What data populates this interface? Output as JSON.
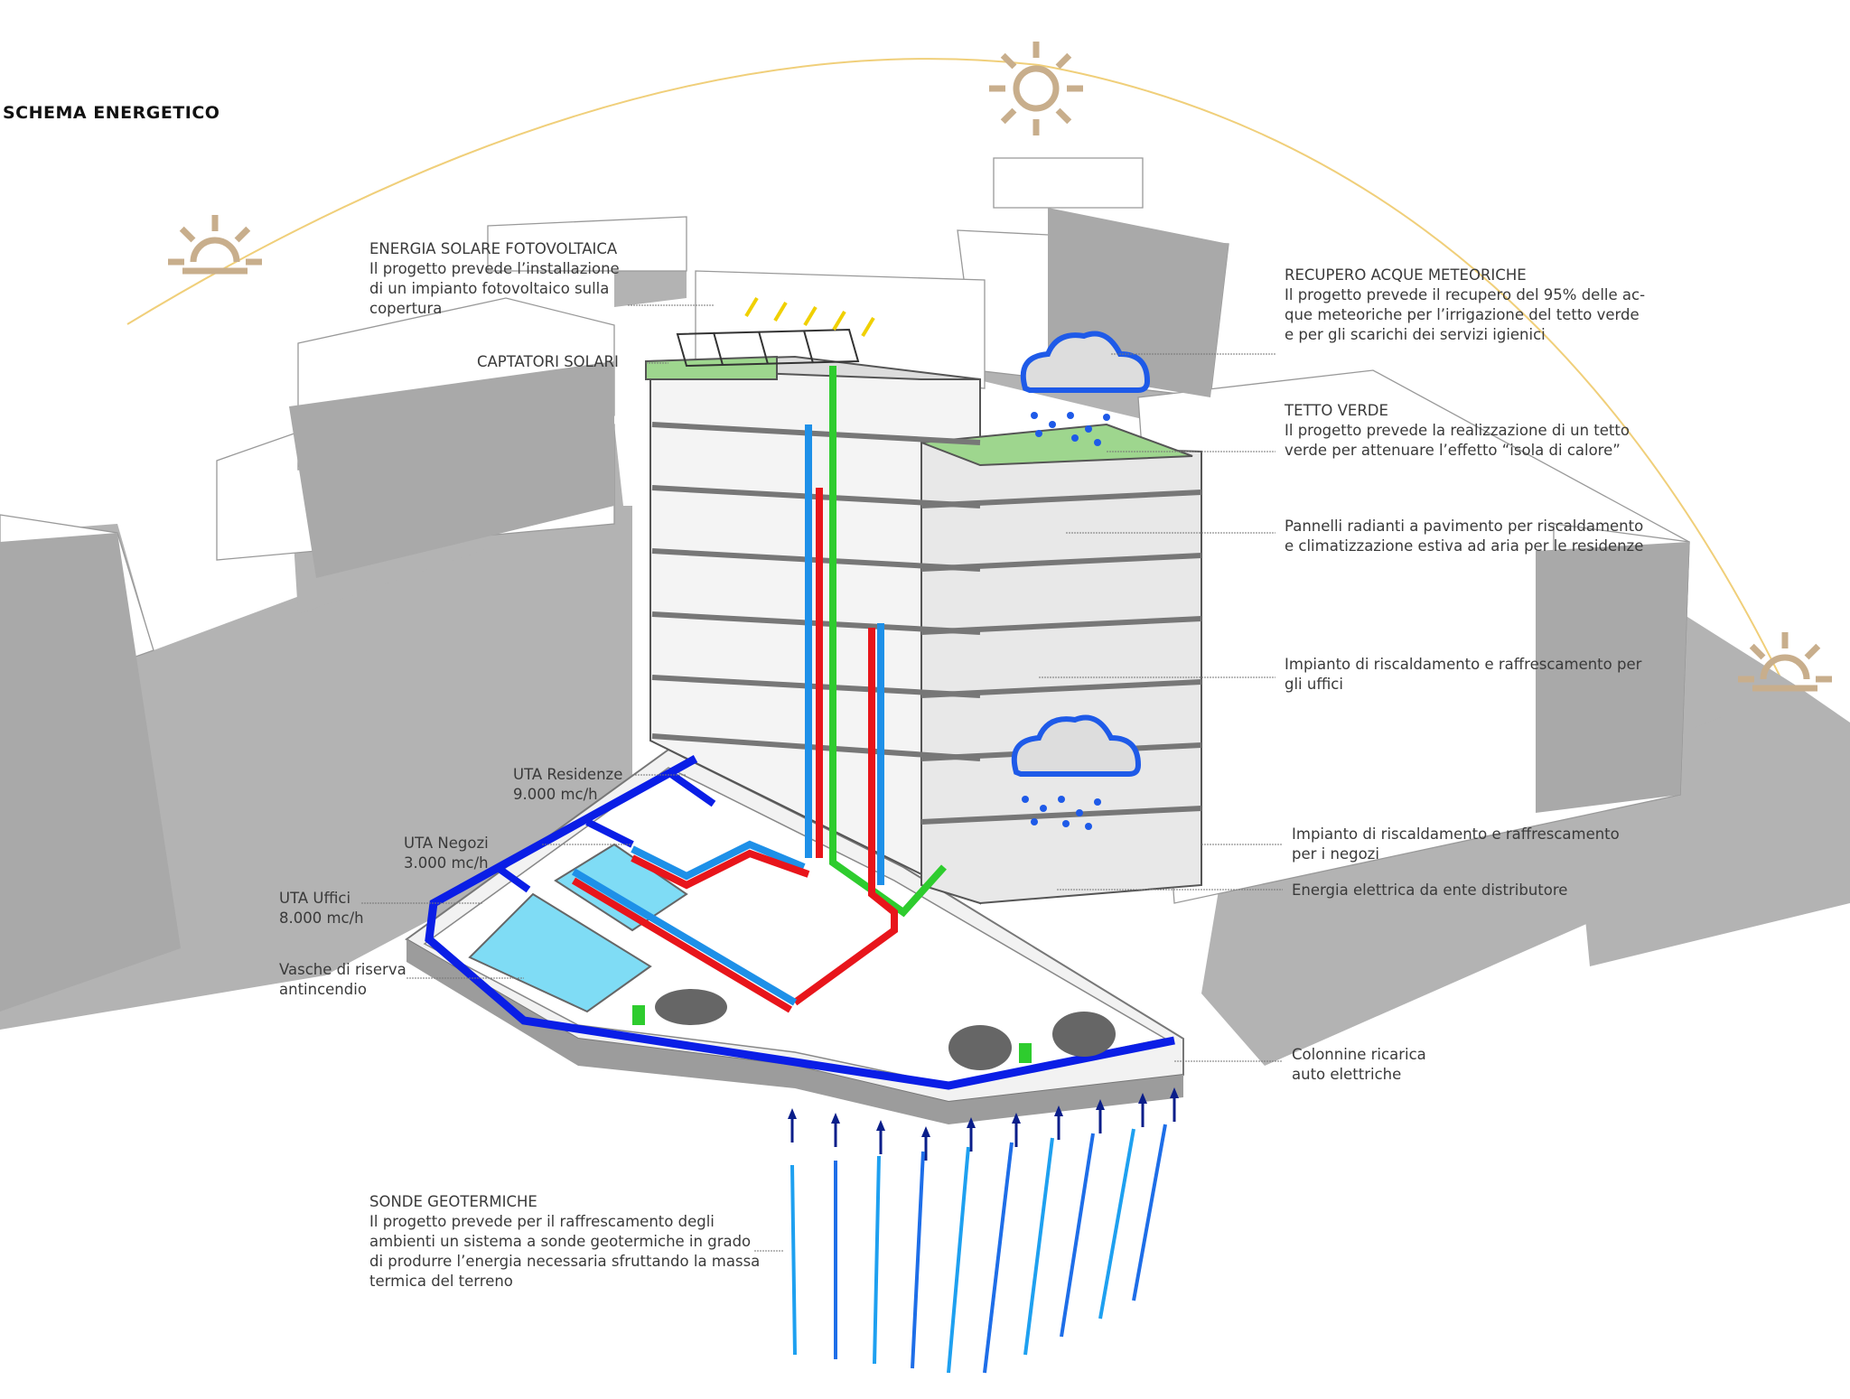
{
  "title": "SCHEMA  ENERGETICO",
  "labels": {
    "fotovoltaica": {
      "heading": "ENERGIA SOLARE FOTOVOLTAICA",
      "lines": [
        "Il progetto prevede l’installazione",
        "di un impianto fotovoltaico sulla",
        "copertura"
      ]
    },
    "captatori": {
      "heading": "CAPTATORI SOLARI"
    },
    "acque": {
      "heading": "RECUPERO ACQUE METEORICHE",
      "lines": [
        "Il progetto prevede il recupero del 95% delle ac-",
        "que meteoriche per l’irrigazione del tetto verde",
        "e per gli scarichi dei servizi igienici"
      ]
    },
    "tetto": {
      "heading": "TETTO VERDE",
      "lines": [
        "Il progetto prevede la realizzazione di un tetto",
        "verde per attenuare l’effetto “isola di calore”"
      ]
    },
    "pannelli": {
      "lines": [
        "Pannelli radianti a pavimento per riscaldamento",
        "e climatizzazione estiva ad aria per le residenze"
      ]
    },
    "uffici": {
      "lines": [
        "Impianto di riscaldamento e raffrescamento per",
        "gli uffici"
      ]
    },
    "negozi": {
      "lines": [
        "Impianto di riscaldamento e raffrescamento",
        "per i negozi"
      ]
    },
    "elettrica": {
      "heading": "Energia elettrica da ente distributore"
    },
    "colonnine": {
      "lines": [
        "Colonnine ricarica",
        "auto elettriche"
      ]
    },
    "uta_residenze": {
      "name": "UTA Residenze",
      "value": "9.000 mc/h"
    },
    "uta_negozi": {
      "name": "UTA Negozi",
      "value": "3.000 mc/h"
    },
    "uta_uffici": {
      "name": "UTA Uffici",
      "value": "8.000 mc/h"
    },
    "vasche": {
      "lines": [
        "Vasche di riserva",
        "antincendio"
      ]
    },
    "sonde": {
      "heading": "SONDE GEOTERMICHE",
      "lines": [
        "Il progetto prevede per il raffrescamento degli",
        "ambienti un sistema a sonde geotermiche in grado",
        "di produrre l’energia necessaria sfruttando la massa",
        "termica del terreno"
      ]
    }
  },
  "icons": [
    "sun-icon",
    "rain-cloud-icon",
    "ev-charger-icon"
  ],
  "colors": {
    "sun": "#c8ae8c",
    "arc": "#f0cf7a",
    "cold_pipe": "#1e90e8",
    "hot_pipe": "#e8151b",
    "electric": "#2ecc2e",
    "air_duct": "#0a1ee6",
    "green_roof": "#9ed68e",
    "water": "#7fdcf5",
    "shadow": "#b3b3b3"
  }
}
